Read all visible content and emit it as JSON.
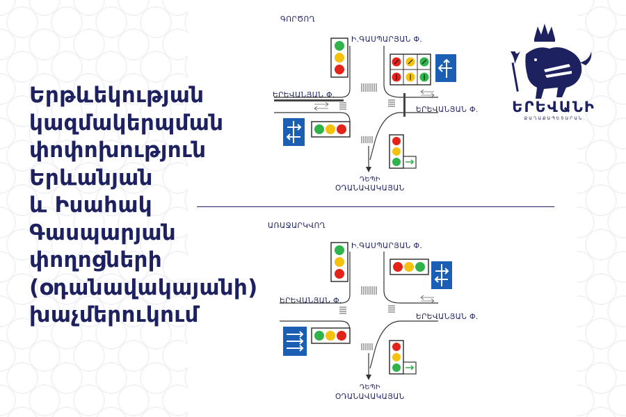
{
  "headline": {
    "lines": [
      "Երթևեկության",
      "կազմակերպման",
      "փոփոխություն",
      "Երևանյան",
      "և Իսահակ",
      "Գասպարյան",
      "փողոցների",
      "(օդանավակայանի)",
      "խաչմերուկում"
    ]
  },
  "diagrams": [
    {
      "caption": "ԳՈՐԾՈՂ",
      "street_north": "Ի.ԳԱՍՊԱՐՅԱՆ Փ.",
      "street_west": "ԵՐԵՎԱՆՅԱՆ Փ.",
      "street_east": "ԵՐԵՎԱՆՅԱՆ Փ.",
      "direction_line1": "ԴԵՊԻ",
      "direction_line2": "ՕԴԱՆԱՎԱԿԱՅԱՆ"
    },
    {
      "caption": "ԱՌԱՋԱՐԿՎՈՂ",
      "street_north": "Ի.ԳԱՍՊԱՐՅԱՆ Փ.",
      "street_west": "ԵՐԵՎԱՆՅԱՆ Փ.",
      "street_east": "ԵՐԵՎԱՆՅԱՆ Փ.",
      "direction_line1": "ԴԵՊԻ",
      "direction_line2": "ՕԴԱՆԱՎԱԿԱՅԱՆ"
    }
  ],
  "logo": {
    "name": "ԵՐԵՎԱՆԻ",
    "subtitle": "ՔԱՂԱՔԱՊԵՏԱՐԱՆ",
    "icon": "lion-emblem-icon"
  },
  "colors": {
    "navy": "#1d2160",
    "sign_blue": "#1a5fb4",
    "light_green": "#2fb34a",
    "light_yellow": "#f4c20d",
    "light_red": "#e2231a"
  }
}
